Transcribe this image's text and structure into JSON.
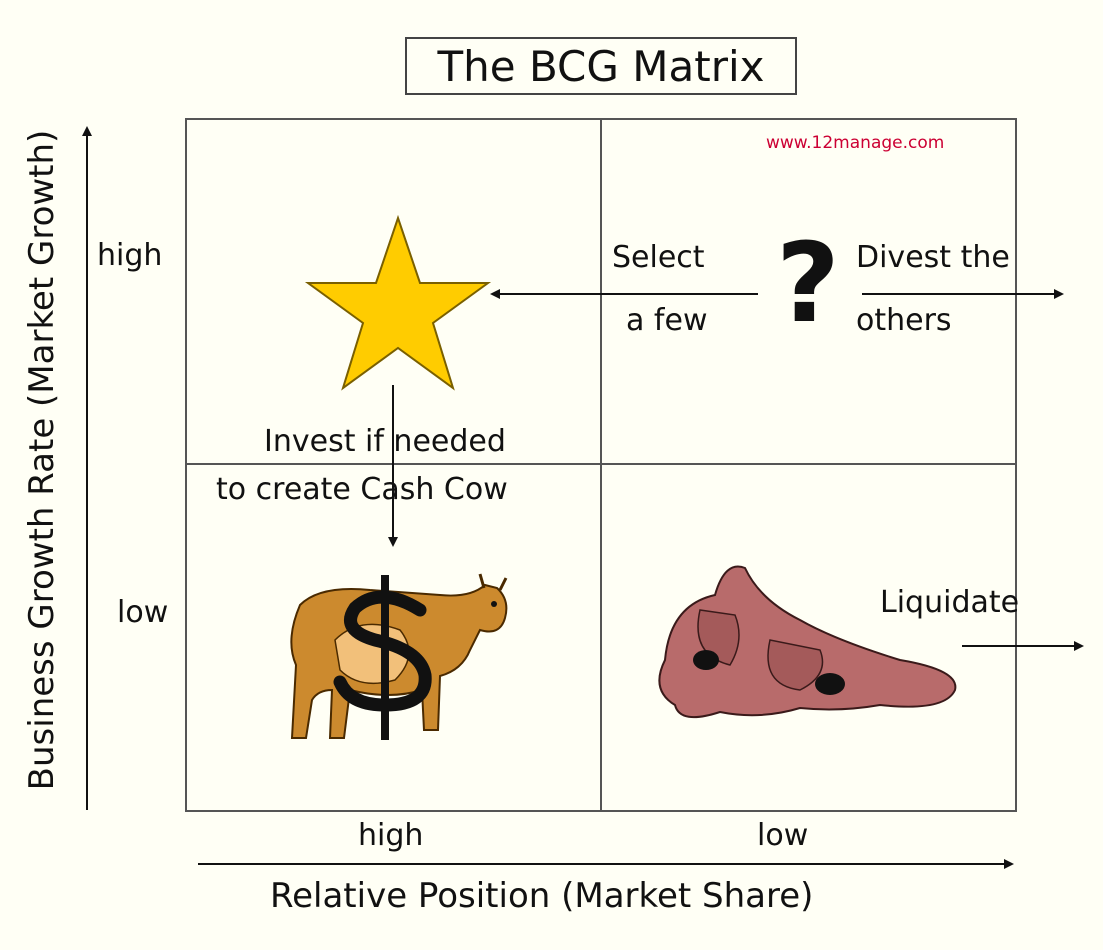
{
  "title": "The BCG Matrix",
  "website": "www.12manage.com",
  "y_axis": {
    "label": "Business Growth Rate (Market Growth)",
    "high": "high",
    "low": "low"
  },
  "x_axis": {
    "label": "Relative Position (Market Share)",
    "high": "high",
    "low": "low"
  },
  "quadrants": {
    "question": {
      "symbol": "?",
      "select_line1": "Select",
      "select_line2": "a few",
      "divest_line1": "Divest the",
      "divest_line2": "others"
    },
    "star": {
      "invest_line1": "Invest if needed",
      "invest_line2": "to create Cash Cow"
    },
    "cash_cow": {
      "symbol": "$"
    },
    "dog": {
      "action": "Liquidate"
    }
  },
  "colors": {
    "star_fill": "#ffcc00",
    "cow_fill": "#cc8a2e",
    "dog_fill": "#b86b6b",
    "website_text": "#cc0033"
  }
}
